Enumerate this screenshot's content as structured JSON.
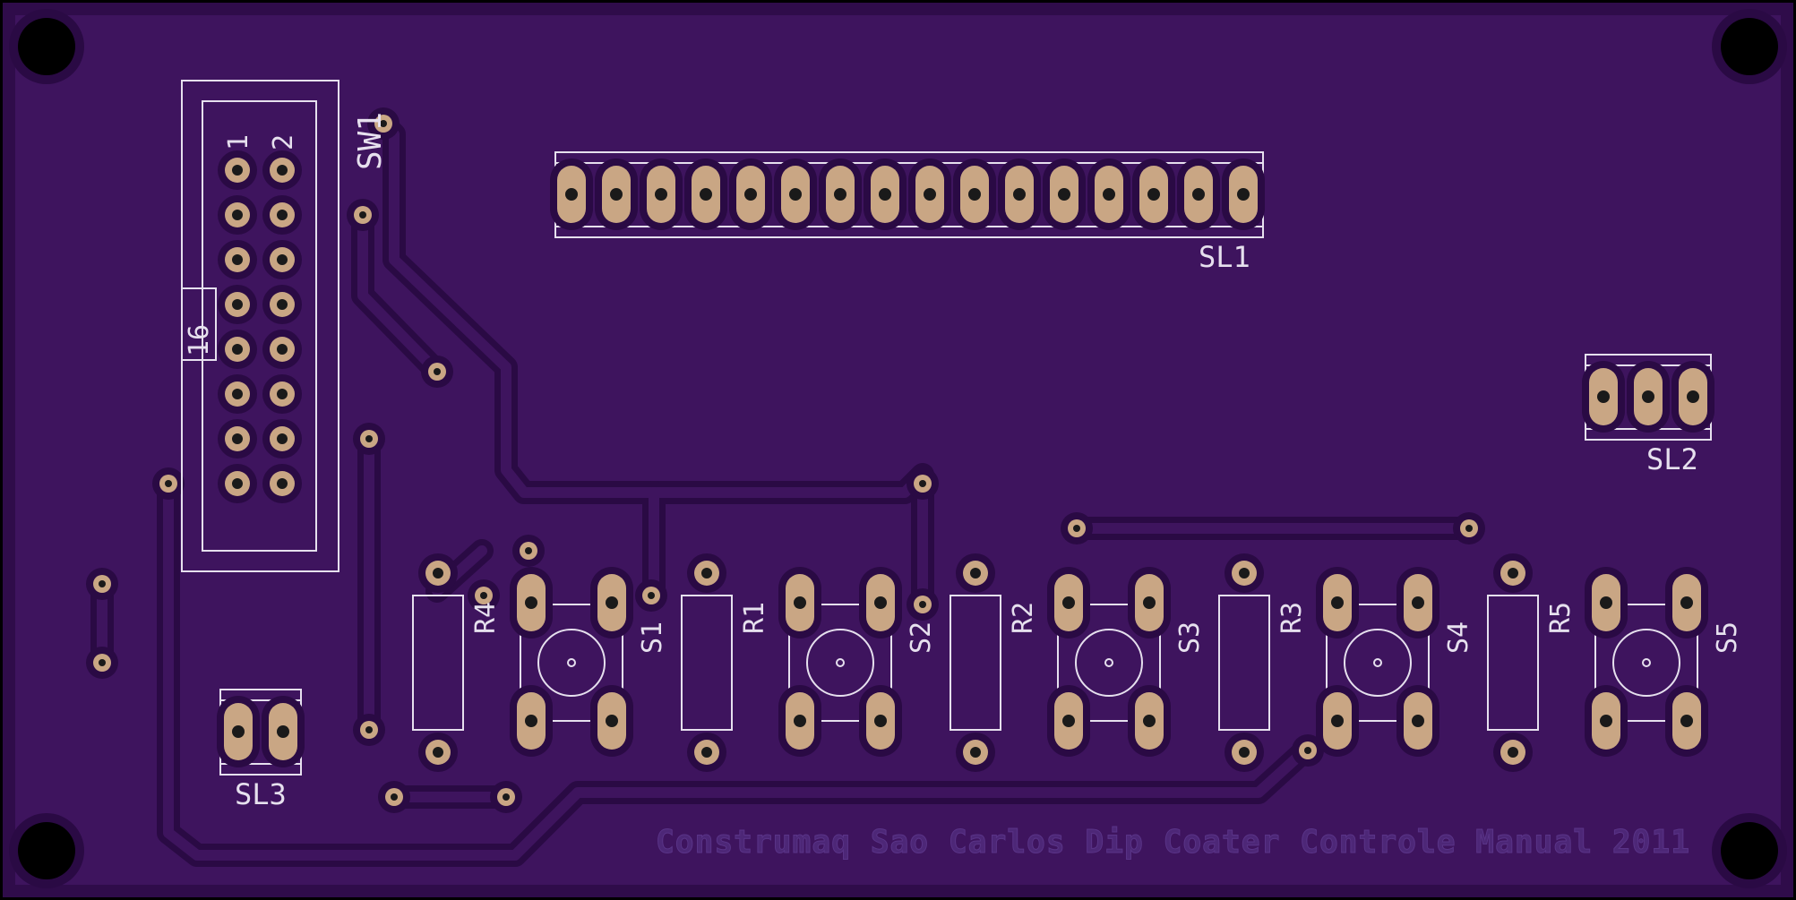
{
  "board": {
    "title": "Construmaq Sao Carlos Dip Coater Controle Manual 2011",
    "colors": {
      "substrate": "#3e145e",
      "soldermask_edge": "#2f0c4a",
      "silkscreen": "#e6e0ee",
      "copper_pad": "#c9a684",
      "hole": "#1a1a1a",
      "trace_halo": "#2a0a44",
      "mounting_hole": "#000000"
    }
  },
  "connectors": {
    "sw1_label": "SW1",
    "sw1_pin1": "1",
    "sw1_pin2": "2",
    "sw1_pin16": "16",
    "sl1_label": "SL1",
    "sl2_label": "SL2",
    "sl3_label": "SL3"
  },
  "resistors": {
    "r1": "R1",
    "r2": "R2",
    "r3": "R3",
    "r4": "R4",
    "r5": "R5"
  },
  "switches": {
    "s1": "S1",
    "s2": "S2",
    "s3": "S3",
    "s4": "S4",
    "s5": "S5"
  }
}
